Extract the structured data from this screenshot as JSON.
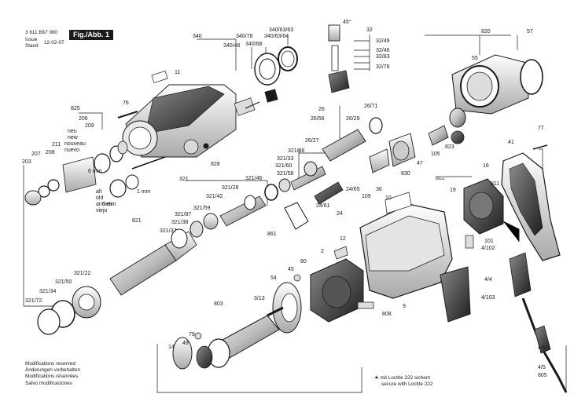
{
  "header": {
    "part_number": "3 611 B67 080",
    "issue_label": "Issue",
    "stand_label": "Stand",
    "date": "12-02-07",
    "figure_label": "Fig./Abb. 1"
  },
  "notes": {
    "lines": [
      "Modifications reserved",
      "Änderungen vorbehalten",
      "Modifications réservées",
      "Salvo modificaciones"
    ]
  },
  "loctite": {
    "symbol": "★",
    "lines": [
      "mit Loctite 222 sichern",
      "secure with Loctite 222"
    ]
  },
  "angle_label": "45°",
  "callouts": [
    "340",
    "340/78",
    "340/48",
    "340/63/64",
    "340/63/63",
    "340/68",
    "11",
    "76",
    "825",
    "206",
    "209",
    "neu",
    "new",
    "nouveau",
    "nuevo",
    "211",
    "208",
    "207",
    "203",
    "6 mm",
    "alt",
    "old",
    "ancien",
    "viejo",
    "5 mm",
    "1 mm",
    "321",
    "828",
    "321/46",
    "321/42",
    "321/28",
    "321/59",
    "321/87",
    "321/38",
    "321/37",
    "821",
    "321/22",
    "321/50",
    "321/34",
    "321/72",
    "321/60",
    "321/58",
    "321/33",
    "321/86",
    "26",
    "26/56",
    "26/27",
    "26/29",
    "26/71",
    "24",
    "24/65",
    "24/61",
    "861",
    "36",
    "109",
    "830",
    "47",
    "32",
    "32/49",
    "32/46",
    "32/83",
    "32/76",
    "820",
    "55",
    "57",
    "105",
    "823",
    "77",
    "41",
    "16",
    "811",
    "801",
    "19",
    "10",
    "12",
    "80",
    "2",
    "45",
    "54",
    "3/13",
    "803",
    "79",
    "49",
    "14",
    "808",
    "9",
    "101",
    "4/102",
    "4/4",
    "4/103",
    "4/6",
    "4/5",
    "805"
  ]
}
